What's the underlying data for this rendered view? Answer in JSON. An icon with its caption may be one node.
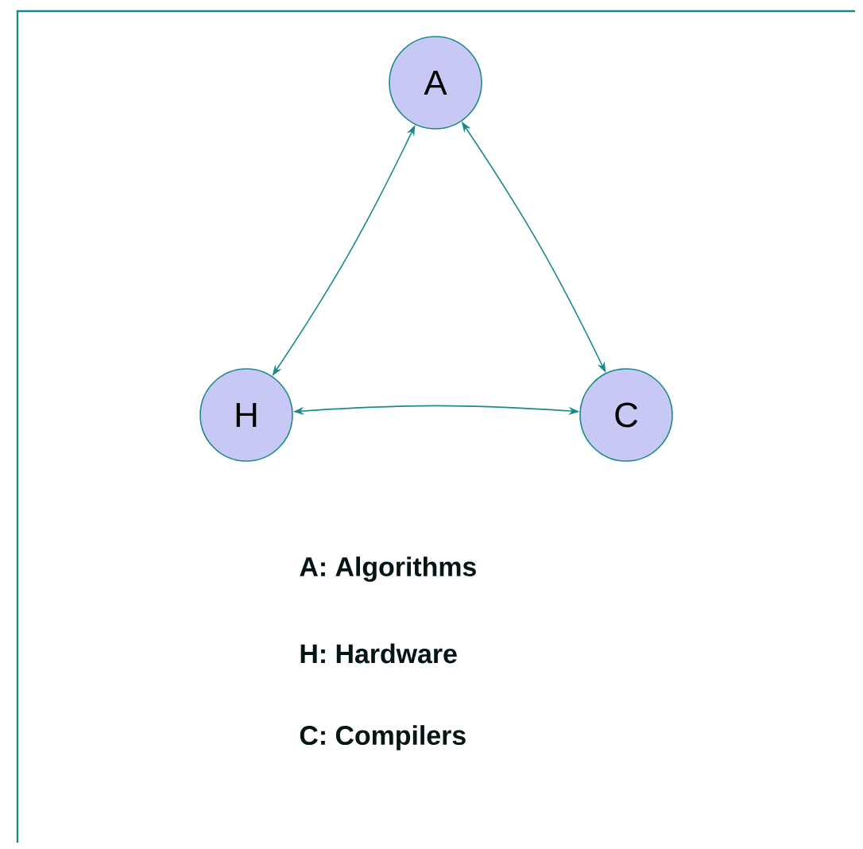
{
  "diagram": {
    "nodes": [
      {
        "text": [
          "A"
        ]
      },
      {
        "text": [
          "H"
        ]
      },
      {
        "text": [
          "C"
        ]
      }
    ],
    "edges": [
      {
        "from": 0,
        "to": 1,
        "arrow": "both"
      },
      {
        "from": 0,
        "to": 2,
        "arrow": "both"
      },
      {
        "from": 1,
        "to": 2,
        "arrow": "both"
      }
    ],
    "labels": [
      "A: Algorithms",
      "H: Hardware",
      "C: Compilers"
    ]
  }
}
